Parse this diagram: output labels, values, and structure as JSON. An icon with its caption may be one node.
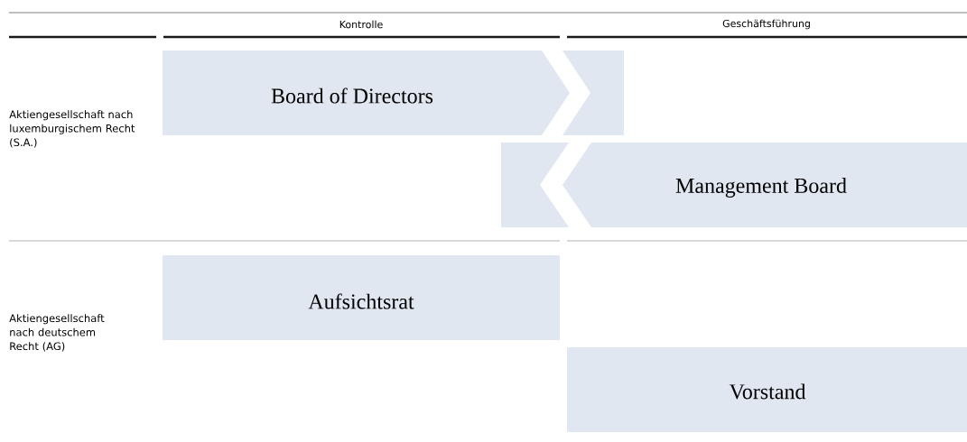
{
  "diagram": {
    "nodes": [
      {
        "text": [
          "Board of Directors"
        ]
      },
      {
        "text": [
          "Management Board"
        ]
      },
      {
        "text": [
          "Aufsichtsrat"
        ]
      },
      {
        "text": [
          "Vorstand"
        ]
      }
    ],
    "labels": [
      "Kontrolle",
      "Geschäftsführung",
      "Aktiengesellschaft nach luxemburgischem Recht (S.A.)",
      "Aktiengesellschaft nach deutschem Recht (AG)"
    ]
  }
}
